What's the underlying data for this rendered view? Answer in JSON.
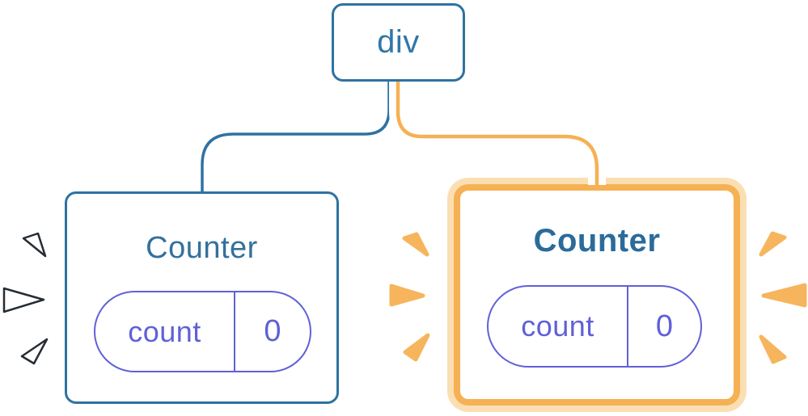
{
  "colors": {
    "blue": "#2e72a2",
    "blue_text": "#3077a8",
    "heading": "#33719c",
    "heading_bold": "#2a6b9a",
    "purple": "#6060d8",
    "orange": "#f5b154",
    "orange_light": "#fbdfb2",
    "sparkle_orange": "#f6b55c",
    "sparkle_outline": "#242c34",
    "background": "#ffffff"
  },
  "tree": {
    "root": {
      "label": "div"
    },
    "children": [
      {
        "title": "Counter",
        "state_key": "count",
        "state_value": "0",
        "highlighted": false,
        "edge_style": "plain-blue",
        "sparkle_style": "white-outline"
      },
      {
        "title": "Counter",
        "state_key": "count",
        "state_value": "0",
        "highlighted": true,
        "edge_style": "white-cased-orange",
        "sparkle_style": "solid-orange"
      }
    ]
  }
}
